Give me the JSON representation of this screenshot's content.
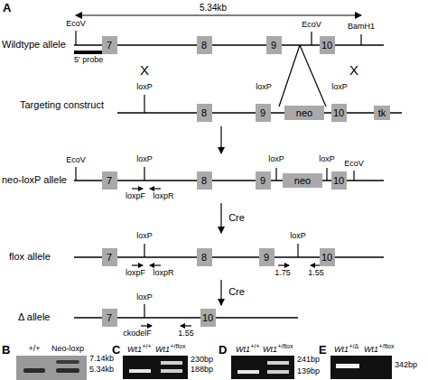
{
  "diagram": {
    "nodes": [
      {
        "text": [
          "7"
        ]
      },
      {
        "text": [
          "8"
        ]
      },
      {
        "text": [
          "9"
        ]
      },
      {
        "text": [
          "10"
        ]
      },
      {
        "text": [
          "8"
        ]
      },
      {
        "text": [
          "9"
        ]
      },
      {
        "text": [
          "neo"
        ]
      },
      {
        "text": [
          "10"
        ]
      },
      {
        "text": [
          "tk"
        ]
      },
      {
        "text": [
          "7"
        ]
      },
      {
        "text": [
          "8"
        ]
      },
      {
        "text": [
          "9"
        ]
      },
      {
        "text": [
          "neo"
        ]
      },
      {
        "text": [
          "10"
        ]
      },
      {
        "text": [
          "7"
        ]
      },
      {
        "text": [
          "8"
        ]
      },
      {
        "text": [
          "9"
        ]
      },
      {
        "text": [
          "10"
        ]
      },
      {
        "text": [
          "7"
        ]
      },
      {
        "text": [
          "10"
        ]
      }
    ],
    "labels": [
      "A",
      "5.34kb",
      "EcoV",
      "EcoV",
      "BamH1",
      "Wildtype allele",
      "5' probe",
      "X",
      "X",
      "loxP",
      "loxP",
      "loxP",
      "Targeting construct",
      "neo-loxP allele",
      "EcoV",
      "loxP",
      "loxP",
      "loxP",
      "EcoV",
      "loxpF",
      "loxpR",
      "Cre",
      "flox allele",
      "loxP",
      "loxP",
      "loxpF",
      "loxpR",
      "1.75",
      "1.55",
      "Cre",
      "Δ allele",
      "loxP",
      "ckodelF",
      "1.55",
      "B",
      "+/+",
      "Neo-loxp",
      "7.14kb",
      "5.34kb",
      "C",
      "Wt1",
      "+/+",
      "Wt1",
      "+/flox",
      "230bp",
      "188bp",
      "D",
      "Wt1",
      "+/+",
      "Wt1",
      "+/flox",
      "241bp",
      "139bp",
      "E",
      "Wt1",
      "+/Δ",
      "Wt1",
      "+/flox",
      "342bp"
    ]
  }
}
